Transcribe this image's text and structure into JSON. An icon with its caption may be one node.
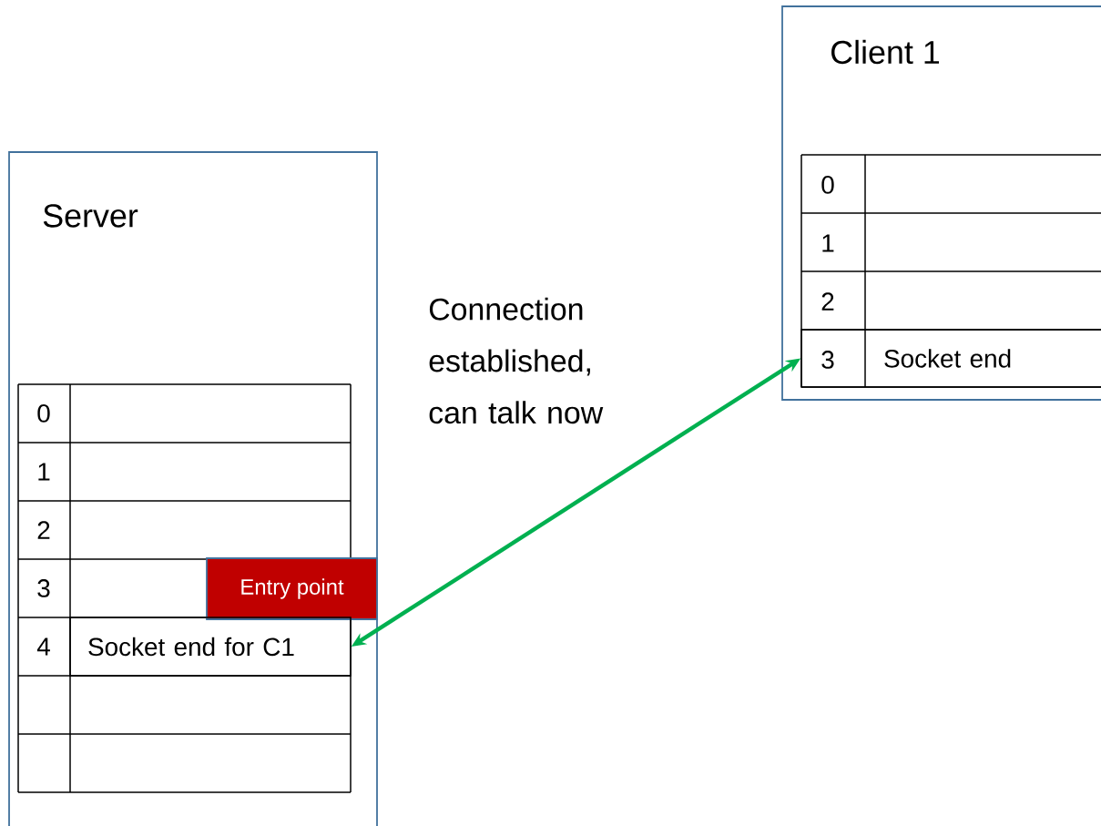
{
  "diagram": {
    "nodes": [
      {
        "text": [
          "Server"
        ]
      },
      {
        "text": [
          "Entry point"
        ],
        "in": 0
      },
      {
        "text": [
          "Socket end for C1"
        ],
        "in": 0
      },
      {
        "text": [
          "Client 1"
        ]
      },
      {
        "text": [
          "Socket end"
        ],
        "in": 3
      }
    ],
    "edges": [
      {
        "from": 2,
        "to": 4,
        "arrow": "both",
        "color": "#00b050"
      }
    ],
    "labels": [
      "0",
      "1",
      "2",
      "Connection established, can talk now",
      "0",
      "1",
      "2",
      "3",
      "3",
      "4"
    ]
  }
}
